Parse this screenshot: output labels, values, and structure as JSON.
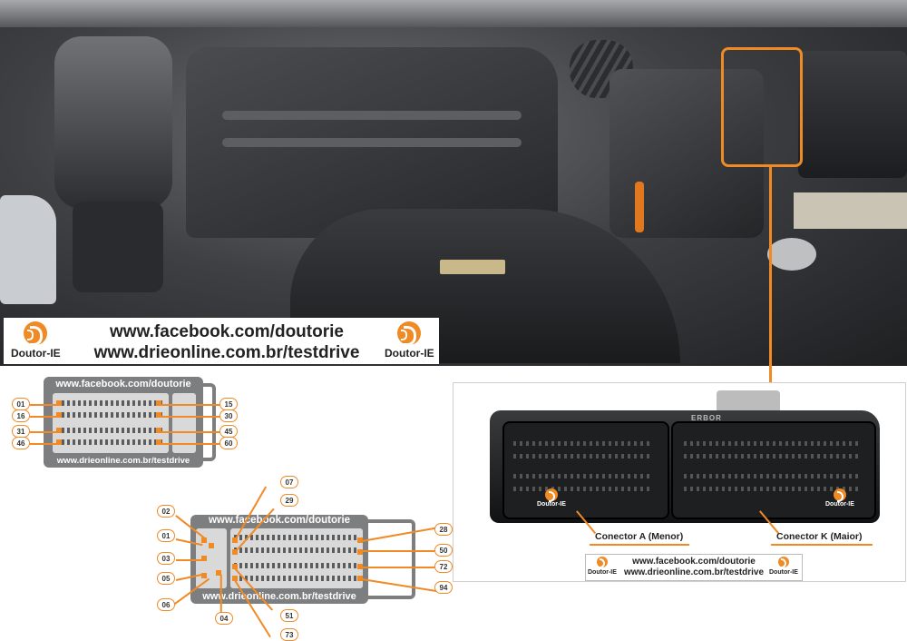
{
  "photo_banner": {
    "line1": "www.facebook.com/doutorie",
    "line2": "www.drieonline.com.br/testdrive",
    "logo_text": "Doutor-IE"
  },
  "connector_a_diagram": {
    "top_url": "www.facebook.com/doutorie",
    "bottom_url": "www.drieonline.com.br/testdrive",
    "left_pins": [
      "01",
      "16",
      "31",
      "46"
    ],
    "right_pins": [
      "15",
      "30",
      "45",
      "60"
    ]
  },
  "connector_k_diagram": {
    "top_url": "www.facebook.com/doutorie",
    "bottom_url": "www.drieonline.com.br/testdrive",
    "left_pins": [
      "02",
      "01",
      "03",
      "05",
      "06"
    ],
    "top_pins": [
      "07",
      "29"
    ],
    "bottom_pins": [
      "04",
      "51",
      "73"
    ],
    "right_pins": [
      "28",
      "50",
      "72",
      "94"
    ]
  },
  "ecu_panel": {
    "case_text": "ERBOR",
    "logo_text": "Doutor-IE",
    "callout_a": "Conector A (Menor)",
    "callout_k": "Conector K (Maior)",
    "banner_line1": "www.facebook.com/doutorie",
    "banner_line2": "www.drieonline.com.br/testdrive",
    "banner_logo": "Doutor-IE"
  },
  "colors": {
    "accent": "#f08a24",
    "connector": "#7d7e80"
  },
  "icons": {
    "brand_logo": "doutor-ie-logo-icon"
  }
}
